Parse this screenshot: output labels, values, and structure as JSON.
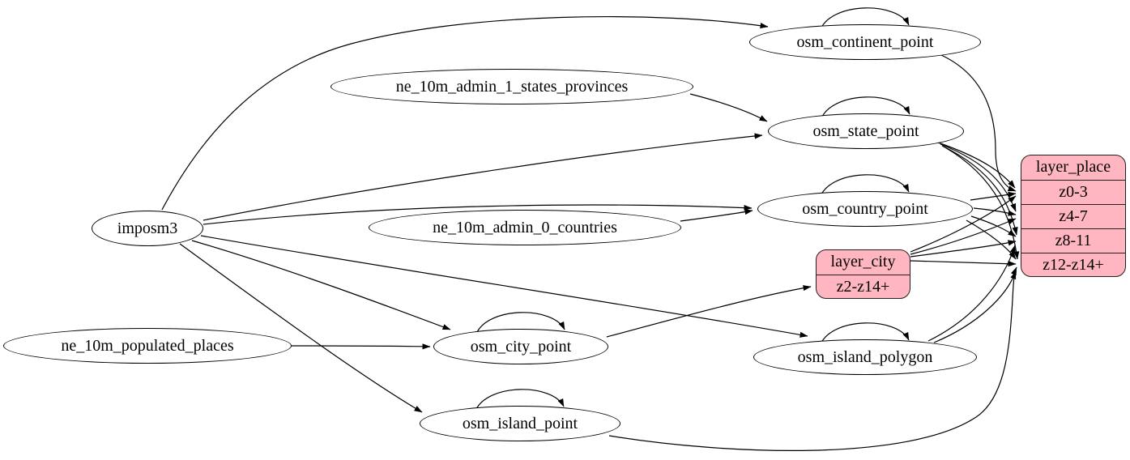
{
  "diagram": {
    "type": "etl-graph",
    "colors": {
      "background": "#ffffff",
      "ellipse_fill": "#ffffff",
      "record_fill": "#ffb6c1",
      "stroke": "#000000"
    },
    "nodes": {
      "imposm3": {
        "label": "imposm3",
        "shape": "ellipse"
      },
      "ne_10m_admin_1_states_provinces": {
        "label": "ne_10m_admin_1_states_provinces",
        "shape": "ellipse"
      },
      "ne_10m_admin_0_countries": {
        "label": "ne_10m_admin_0_countries",
        "shape": "ellipse"
      },
      "ne_10m_populated_places": {
        "label": "ne_10m_populated_places",
        "shape": "ellipse"
      },
      "osm_continent_point": {
        "label": "osm_continent_point",
        "shape": "ellipse"
      },
      "osm_state_point": {
        "label": "osm_state_point",
        "shape": "ellipse"
      },
      "osm_country_point": {
        "label": "osm_country_point",
        "shape": "ellipse"
      },
      "osm_city_point": {
        "label": "osm_city_point",
        "shape": "ellipse"
      },
      "osm_island_polygon": {
        "label": "osm_island_polygon",
        "shape": "ellipse"
      },
      "osm_island_point": {
        "label": "osm_island_point",
        "shape": "ellipse"
      },
      "layer_city": {
        "title": "layer_city",
        "rows": [
          "z2-z14+"
        ],
        "shape": "record"
      },
      "layer_place": {
        "title": "layer_place",
        "rows": [
          "z0-3",
          "z4-7",
          "z8-11",
          "z12-z14+"
        ],
        "shape": "record"
      }
    },
    "edges": [
      {
        "from": "imposm3",
        "to": "osm_continent_point"
      },
      {
        "from": "imposm3",
        "to": "osm_state_point"
      },
      {
        "from": "imposm3",
        "to": "osm_country_point"
      },
      {
        "from": "imposm3",
        "to": "osm_city_point"
      },
      {
        "from": "imposm3",
        "to": "osm_island_polygon"
      },
      {
        "from": "imposm3",
        "to": "osm_island_point"
      },
      {
        "from": "ne_10m_admin_1_states_provinces",
        "to": "osm_state_point"
      },
      {
        "from": "ne_10m_admin_0_countries",
        "to": "osm_country_point"
      },
      {
        "from": "ne_10m_populated_places",
        "to": "osm_city_point"
      },
      {
        "from": "osm_continent_point",
        "to": "osm_continent_point"
      },
      {
        "from": "osm_state_point",
        "to": "osm_state_point"
      },
      {
        "from": "osm_country_point",
        "to": "osm_country_point"
      },
      {
        "from": "osm_city_point",
        "to": "osm_city_point"
      },
      {
        "from": "osm_island_polygon",
        "to": "osm_island_polygon"
      },
      {
        "from": "osm_island_point",
        "to": "osm_island_point"
      },
      {
        "from": "osm_city_point",
        "to": "layer_city",
        "to_row": "z2-z14+"
      },
      {
        "from": "osm_continent_point",
        "to": "layer_place",
        "to_row": "z0-3"
      },
      {
        "from": "osm_state_point",
        "to": "layer_place",
        "to_row": "z0-3"
      },
      {
        "from": "osm_state_point",
        "to": "layer_place",
        "to_row": "z4-7"
      },
      {
        "from": "osm_state_point",
        "to": "layer_place",
        "to_row": "z8-11"
      },
      {
        "from": "osm_state_point",
        "to": "layer_place",
        "to_row": "z12-z14+"
      },
      {
        "from": "osm_country_point",
        "to": "layer_place",
        "to_row": "z0-3"
      },
      {
        "from": "osm_country_point",
        "to": "layer_place",
        "to_row": "z4-7"
      },
      {
        "from": "osm_country_point",
        "to": "layer_place",
        "to_row": "z8-11"
      },
      {
        "from": "osm_country_point",
        "to": "layer_place",
        "to_row": "z12-z14+"
      },
      {
        "from": "layer_city",
        "to": "layer_place",
        "to_row": "z0-3"
      },
      {
        "from": "layer_city",
        "to": "layer_place",
        "to_row": "z4-7"
      },
      {
        "from": "layer_city",
        "to": "layer_place",
        "to_row": "z8-11"
      },
      {
        "from": "layer_city",
        "to": "layer_place",
        "to_row": "z12-z14+"
      },
      {
        "from": "osm_island_polygon",
        "to": "layer_place",
        "to_row": "z8-11"
      },
      {
        "from": "osm_island_polygon",
        "to": "layer_place",
        "to_row": "z12-z14+"
      },
      {
        "from": "osm_island_point",
        "to": "layer_place",
        "to_row": "z12-z14+"
      }
    ]
  }
}
